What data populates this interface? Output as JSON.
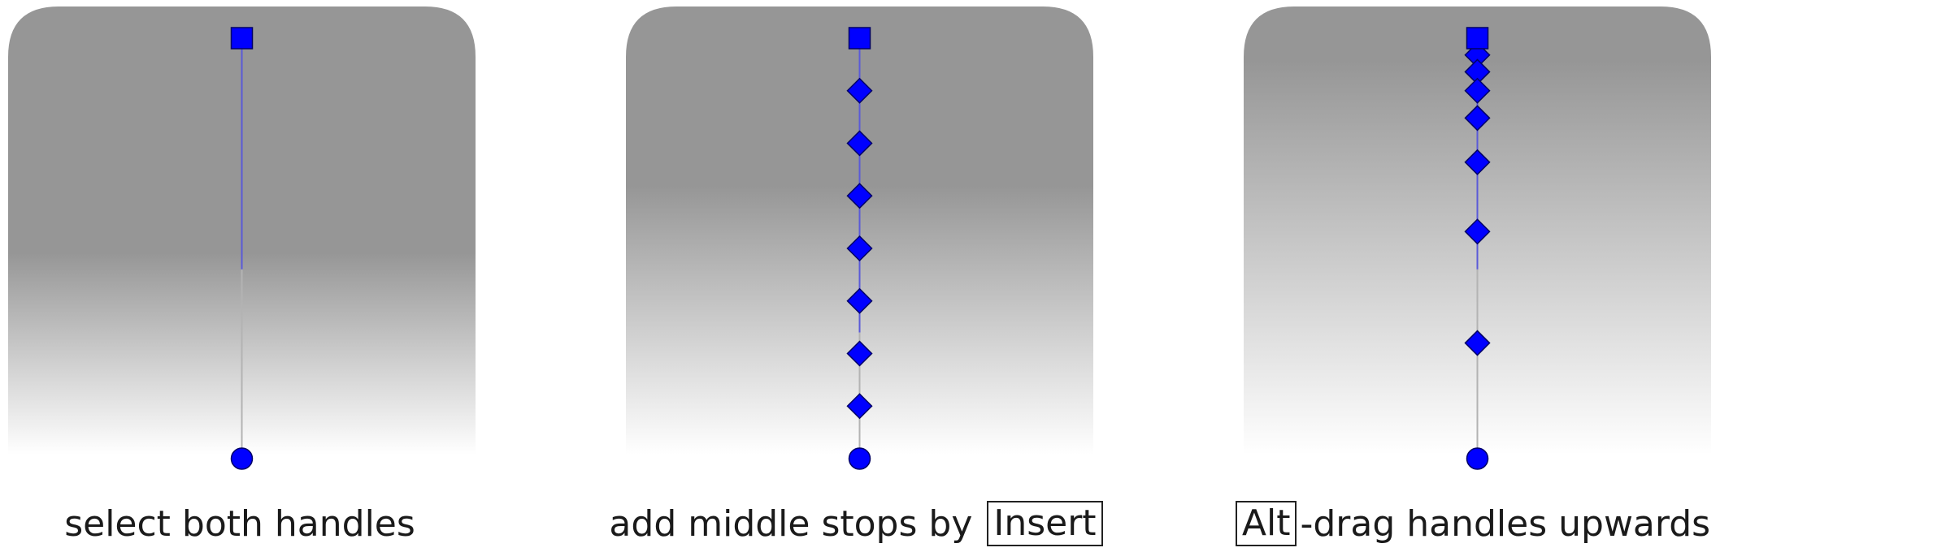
{
  "colors": {
    "handle_fill": "#0000ff",
    "handle_stroke": "#000066",
    "line_blue": "#5a5ad8",
    "line_gray": "#b3b3b3",
    "panel_dark": "#969696",
    "panel_light": "#ffffff"
  },
  "panels": [
    {
      "caption": {
        "text": "select both handles"
      },
      "stops": [],
      "gradient_stops": [
        0,
        0.55,
        1.0
      ]
    },
    {
      "caption": {
        "prefix": "add middle stops by ",
        "key": "Insert",
        "suffix": ""
      },
      "stops": [
        0.125,
        0.25,
        0.375,
        0.5,
        0.625,
        0.75,
        0.875
      ],
      "gradient_stops": [
        0,
        0.4,
        1.0
      ]
    },
    {
      "caption": {
        "prefix": "",
        "key": "Alt",
        "suffix": "-drag handles upwards"
      },
      "stops": [
        0.04,
        0.08,
        0.125,
        0.19,
        0.295,
        0.46,
        0.725
      ],
      "gradient_stops": [
        0,
        0.12,
        1.0
      ]
    }
  ]
}
